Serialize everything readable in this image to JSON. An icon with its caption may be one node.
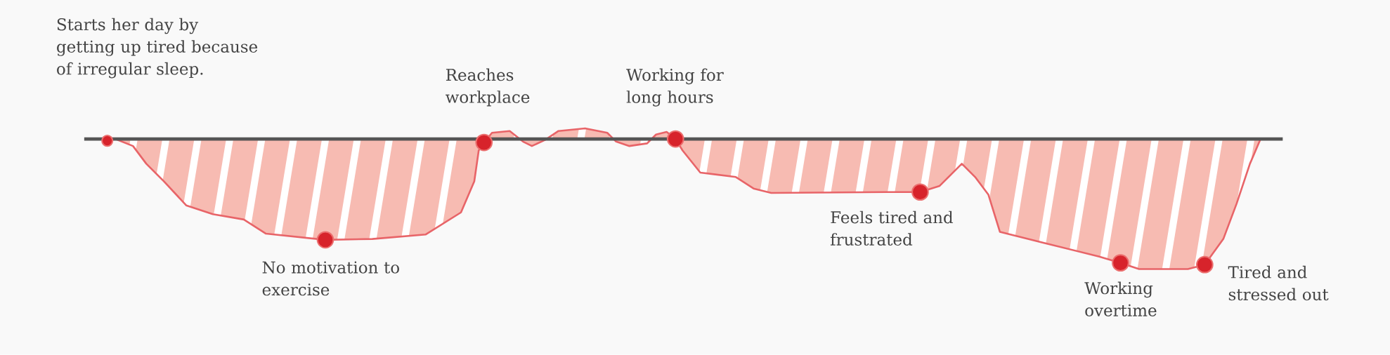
{
  "diagram": {
    "nodes": [
      {
        "text": [],
        "shape": "circle",
        "beside": [
          "Starts her day by getting up tired because of irregular sleep."
        ]
      },
      {
        "text": [],
        "shape": "circle",
        "beside": [
          "No motivation to exercise"
        ]
      },
      {
        "text": [],
        "shape": "circle",
        "beside": [
          "Reaches workplace"
        ]
      },
      {
        "text": [],
        "shape": "circle",
        "beside": [
          "Working for long hours"
        ]
      },
      {
        "text": [],
        "shape": "circle",
        "beside": [
          "Feels tired and frustrated"
        ]
      },
      {
        "text": [],
        "shape": "circle",
        "beside": [
          "Working overtime"
        ]
      },
      {
        "text": [],
        "shape": "circle",
        "beside": [
          "Tired and stressed out"
        ]
      }
    ]
  }
}
